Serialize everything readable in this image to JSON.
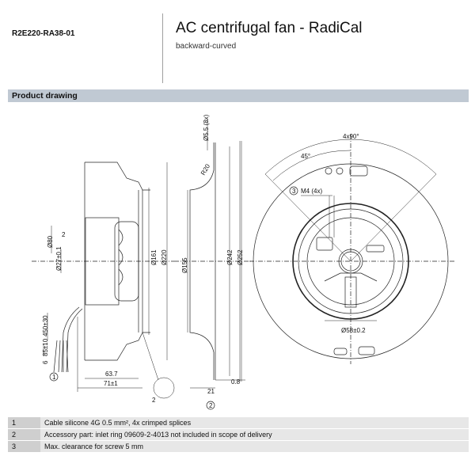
{
  "header": {
    "model": "R2E220-RA38-01",
    "title": "AC centrifugal fan - RadiCal",
    "subtitle": "backward-curved"
  },
  "section": {
    "title": "Product drawing"
  },
  "drawing": {
    "labels": {
      "d80": "Ø80",
      "d27": "Ø27±0.1",
      "two_a": "2",
      "cable_len": "450±30",
      "strip1": "85±10",
      "strip2": "6",
      "callout1": "1",
      "d161": "Ø161",
      "d220": "Ø220",
      "w63": "63.7",
      "w71": "71±1",
      "two_b": "2",
      "holes": "Ø5.5 (8x)",
      "r20": "R20",
      "d155": "Ø155",
      "d242": "Ø242",
      "d252": "Ø252",
      "w21": "21",
      "w08": "0.8",
      "callout2": "2",
      "angle4x90": "4x90°",
      "angle45": "45°",
      "callout3": "3",
      "m4": "M4 (4x)",
      "d58": "Ø58±0.2"
    }
  },
  "notes": [
    {
      "num": "1",
      "text": "Cable silicone 4G 0.5 mm², 4x crimped splices"
    },
    {
      "num": "2",
      "text": "Accessory part: inlet ring 09609-2-4013 not included in scope of delivery"
    },
    {
      "num": "3",
      "text": "Max. clearance for screw 5 mm"
    }
  ]
}
